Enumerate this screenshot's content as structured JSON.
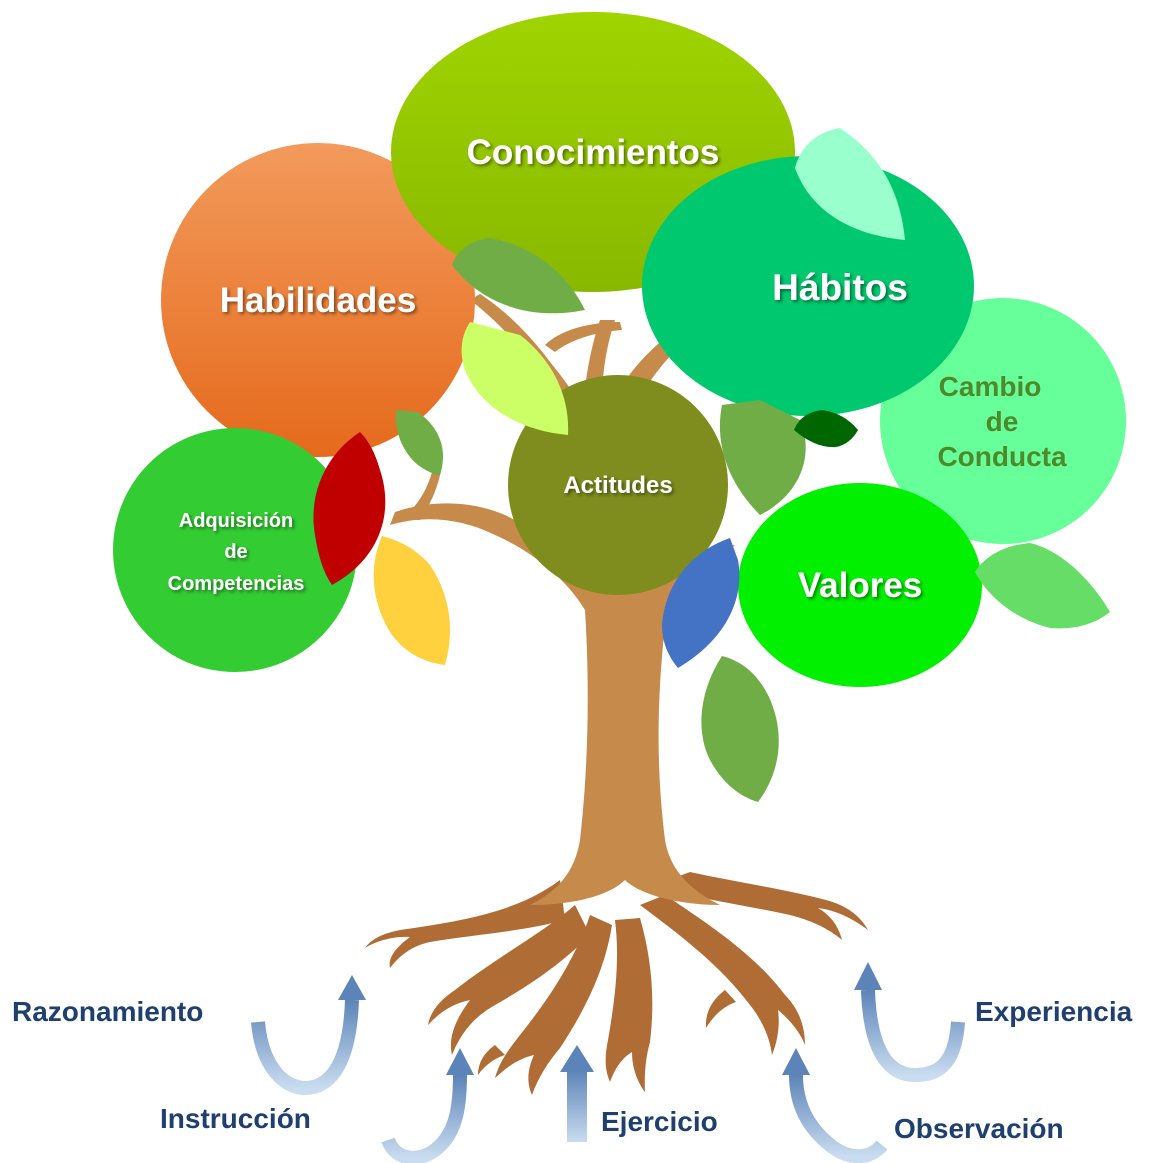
{
  "diagram": {
    "colors": {
      "trunk": "#c68a4b",
      "trunk_dark": "#a86a36",
      "root_dark": "#8a4a1c",
      "arrow": "#7fa8d6",
      "arrow_light": "#c9dcf0",
      "root_label": "#1f3f6e"
    },
    "bubbles": {
      "conocimientos": {
        "label": "Conocimientos",
        "color": "#94c700"
      },
      "habilidades": {
        "label": "Habilidades",
        "color": "#ed7d31"
      },
      "habitos": {
        "label": "Hábitos",
        "color": "#00c86e"
      },
      "cambio": {
        "line1": "Cambio",
        "line2": "de",
        "line3": "Conducta",
        "color": "#66ff99",
        "text_color": "#4f8a2a"
      },
      "actitudes": {
        "label": "Actitudes",
        "color": "#7f8c1e"
      },
      "adquisicion": {
        "line1": "Adquisición",
        "line2": "de",
        "line3": "Competencias",
        "color": "#33cc33"
      },
      "valores": {
        "label": "Valores",
        "color": "#00f000"
      }
    },
    "leaf_colors": {
      "mint": "#99ffcc",
      "green": "#70ad47",
      "lime": "#ccff66",
      "red": "#c00000",
      "yellow": "#ffd13f",
      "dark_green": "#006600",
      "blue": "#4472c4",
      "light_green": "#66dd66"
    },
    "roots": {
      "razonamiento": "Razonamiento",
      "instruccion": "Instrucción",
      "ejercicio": "Ejercicio",
      "experiencia": "Experiencia",
      "observacion": "Observación"
    }
  }
}
